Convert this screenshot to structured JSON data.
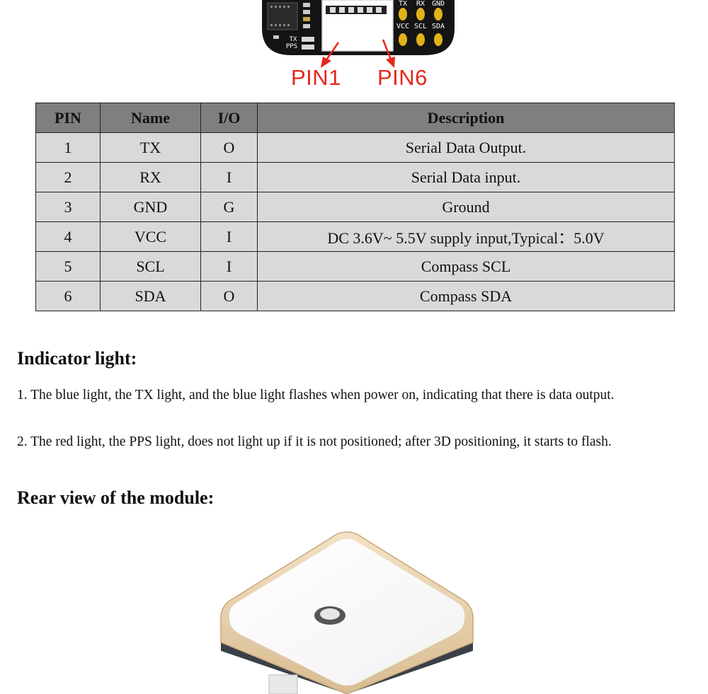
{
  "board": {
    "silk_labels": [
      "TX",
      "RX",
      "GND",
      "VCC",
      "SCL",
      "SDA"
    ],
    "led_labels": [
      "TX",
      "PPS"
    ],
    "pin1_label": "PIN1",
    "pin6_label": "PIN6",
    "accent_color": "#e8261c"
  },
  "pin_table": {
    "headers": [
      "PIN",
      "Name",
      "I/O",
      "Description"
    ],
    "rows": [
      [
        "1",
        "TX",
        "O",
        "Serial Data Output."
      ],
      [
        "2",
        "RX",
        "I",
        "Serial Data input."
      ],
      [
        "3",
        "GND",
        "G",
        "Ground"
      ],
      [
        "4",
        "VCC",
        "I",
        "DC 3.6V~ 5.5V supply input,Typical：5.0V"
      ],
      [
        "5",
        "SCL",
        "I",
        "Compass SCL"
      ],
      [
        "6",
        "SDA",
        "O",
        "Compass SDA"
      ]
    ],
    "header_bg": "#7f7f7f",
    "cell_bg": "#d9d9d9"
  },
  "indicator": {
    "heading": "Indicator light:",
    "items": [
      "1. The blue light, the TX light, and the blue light flashes when power on, indicating that there is data output.",
      "2. The red light, the PPS light, does not light up if it is not positioned; after 3D positioning, it starts to flash."
    ]
  },
  "rear_view": {
    "heading": "Rear view of the module:"
  }
}
